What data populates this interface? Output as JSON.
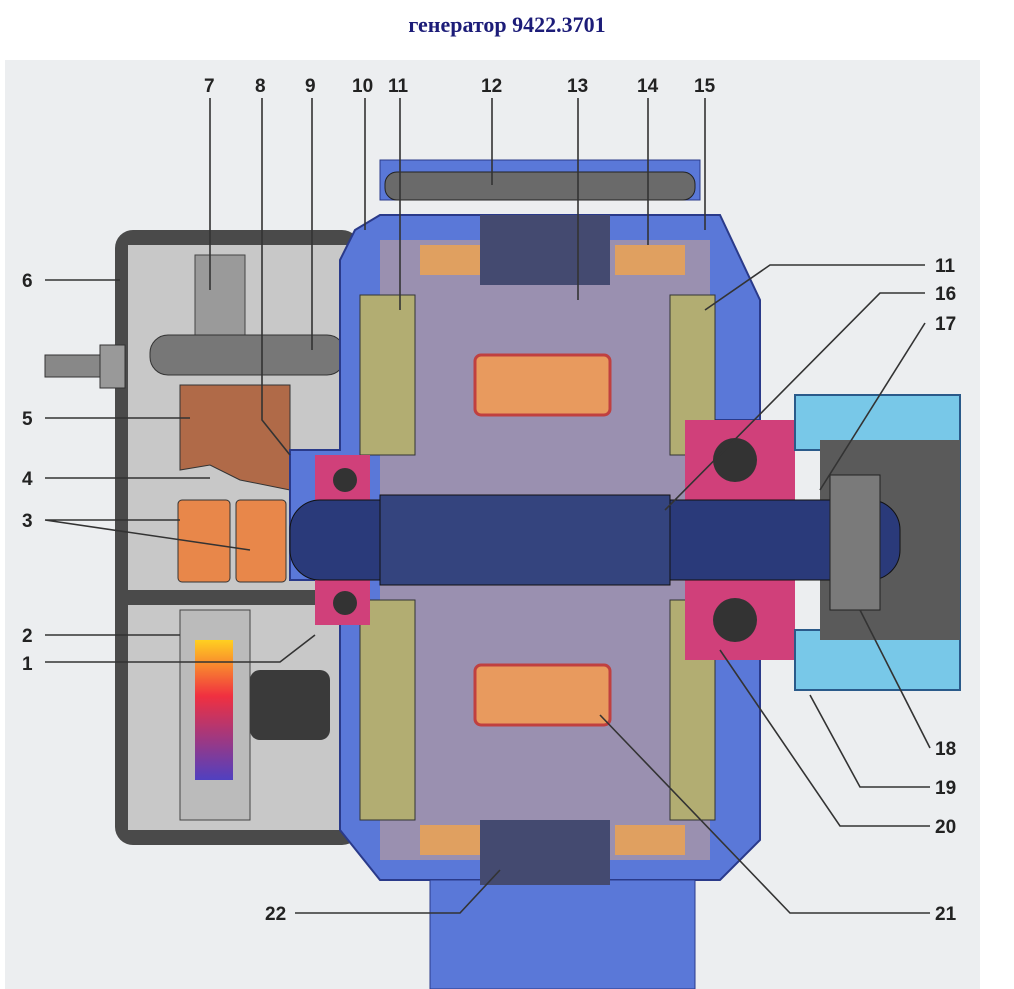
{
  "title": "генератор 9422.3701",
  "colors": {
    "housing": "#5a78d8",
    "housing_dark": "#3a55b0",
    "rotor": "#9a90b0",
    "pole": "#b2ad72",
    "winding": "#e89a5e",
    "bearing": "#d0407a",
    "brush": "#e8874a",
    "cover": "#4a4a4a",
    "pulley": "#78c8e8",
    "shaft": "#2a3a7a",
    "background": "#eceef0"
  },
  "callouts": [
    "1",
    "2",
    "3",
    "4",
    "5",
    "6",
    "7",
    "8",
    "9",
    "10",
    "11",
    "12",
    "13",
    "14",
    "15",
    "11",
    "16",
    "17",
    "18",
    "19",
    "20",
    "21",
    "22"
  ]
}
